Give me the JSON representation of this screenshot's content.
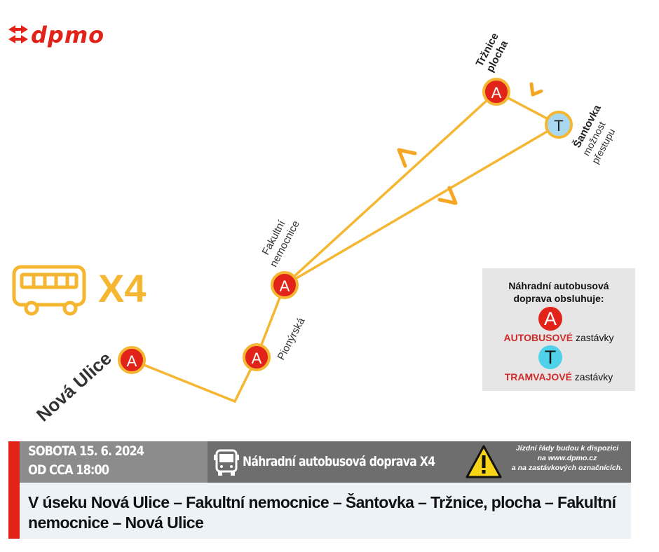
{
  "brand": {
    "logo_text": "dpmo",
    "color": "#e2231a"
  },
  "line": {
    "name": "X4",
    "color": "#f5a623",
    "icon": "bus-icon"
  },
  "stops": [
    {
      "id": "nova-ulice",
      "name": "Nová Ulice",
      "type": "A"
    },
    {
      "id": "pionyrska",
      "name": "Pionýrská",
      "type": "A"
    },
    {
      "id": "fakultni-nemocnice",
      "name_lines": [
        "Fakultní",
        "nemocnice"
      ],
      "type": "A"
    },
    {
      "id": "trznice-plocha",
      "name_lines": [
        "Tržnice",
        "plocha"
      ],
      "type": "A"
    },
    {
      "id": "santovka",
      "name": "Šantovka",
      "note_lines": [
        "možnost",
        "přestupu"
      ],
      "type": "T"
    }
  ],
  "marker_letters": {
    "bus": "A",
    "tram": "T"
  },
  "colors": {
    "bus_stop": "#e2231a",
    "tram_stop": "#a8d8f0",
    "route": "#f5b731",
    "arrow": "#f5a623"
  },
  "legend": {
    "title_lines": [
      "Náhradní autobusová",
      "doprava obsluhuje:"
    ],
    "bus_letter": "A",
    "bus_highlight": "AUTOBUSOVÉ",
    "bus_suffix": " zastávky",
    "tram_letter": "T",
    "tram_highlight": "TRAMVAJOVÉ",
    "tram_suffix": " zastávky"
  },
  "footer": {
    "date_line1": "SOBOTA 15. 6. 2024",
    "date_line2": "OD CCA 18:00",
    "service_title": "Náhradní autobusová doprava X4",
    "service_icon": "bus-icon",
    "warning_icon": "warning-icon",
    "note_lines": [
      "Jízdní řády budou k dispozici",
      "na www.dpmo.cz",
      "a na zastávkových označnících."
    ],
    "section_text": "V úseku Nová Ulice – Fakultní nemocnice – Šantovka – Tržnice, plocha – Fakultní nemocnice – Nová Ulice"
  }
}
